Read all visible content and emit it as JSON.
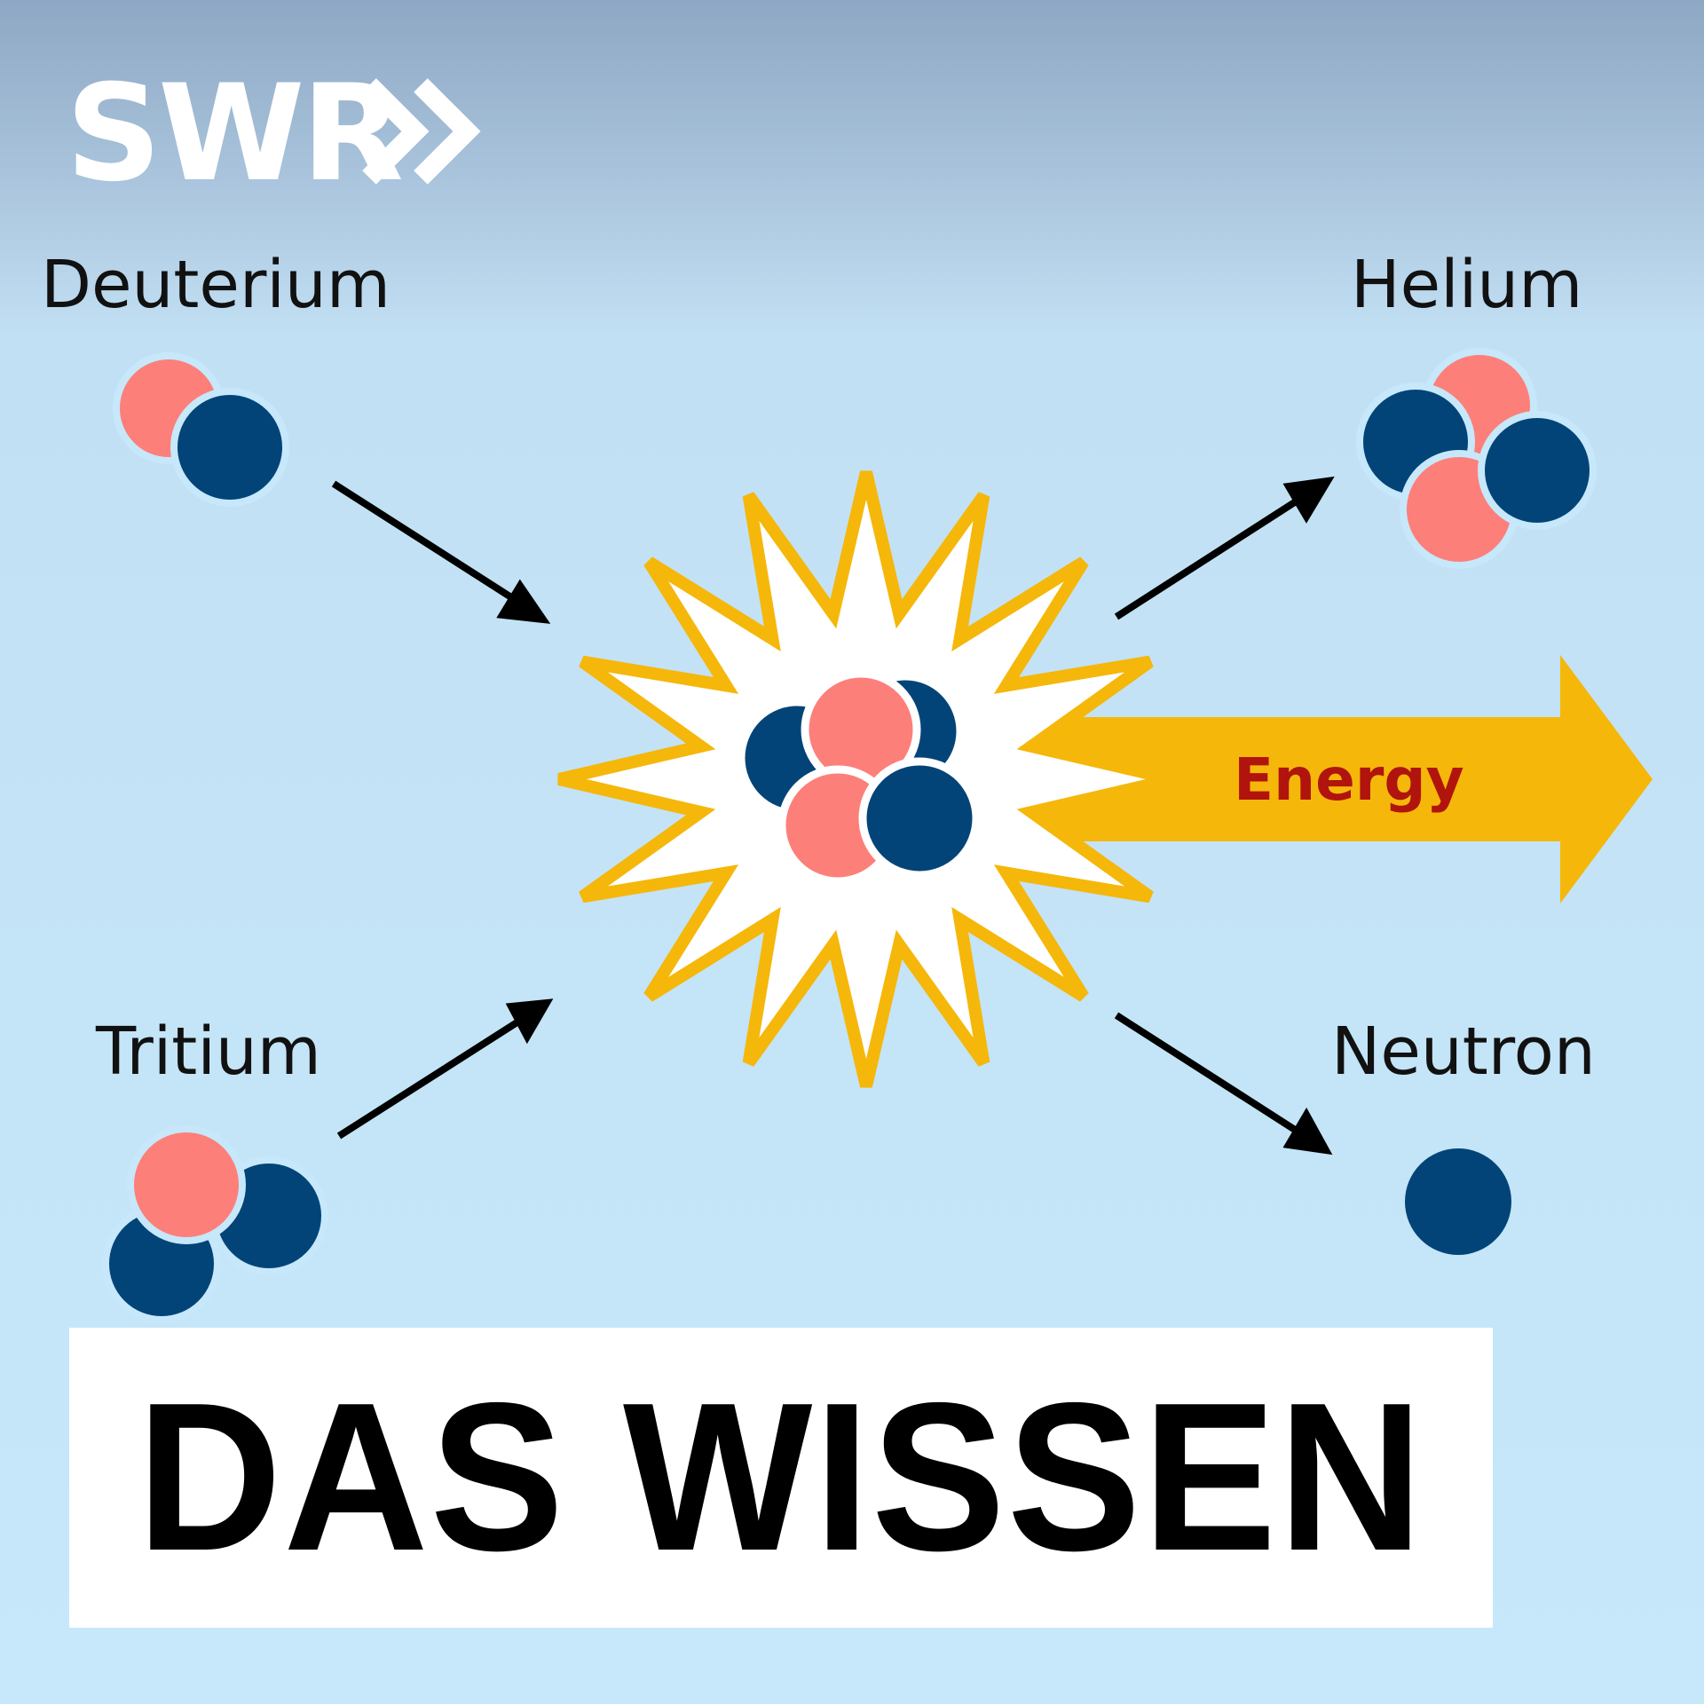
{
  "logo": {
    "text": "SWR"
  },
  "labels": {
    "deuterium": "Deuterium",
    "tritium": "Tritium",
    "helium": "Helium",
    "neutron": "Neutron",
    "energy": "Energy"
  },
  "title": "DAS WISSEN",
  "colors": {
    "proton": "#fd7f79",
    "neutron": "#034478",
    "energy_arrow": "#f5b70a",
    "energy_text": "#b0140d",
    "burst_stroke": "#f5b70a",
    "background": "#c6e8fa"
  }
}
